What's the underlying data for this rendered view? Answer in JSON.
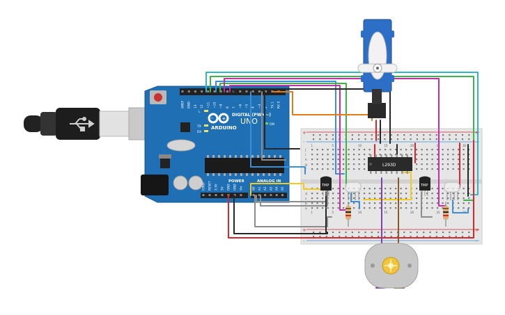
{
  "arduino": {
    "brand": "ARDUINO",
    "model": "UNO",
    "header_digital": "DIGITAL (PWM~)",
    "header_power": "POWER",
    "header_analog": "ANALOG IN",
    "pin_labels_top": [
      "AREF",
      "GND",
      "13",
      "12",
      "~11",
      "~10",
      "~9",
      "8",
      "7",
      "~6",
      "~5",
      "4",
      "~3",
      "2",
      "TX 1",
      "RX 0"
    ],
    "pin_labels_bottom": [
      "IOREF",
      "RESET",
      "3.3V",
      "5V",
      "GND",
      "GND",
      "Vin",
      "A0",
      "A1",
      "A2",
      "A3",
      "A4",
      "A5"
    ],
    "led_labels": [
      "L",
      "TX",
      "RX"
    ],
    "on_label": "ON"
  },
  "sensors": [
    {
      "label": "TMP"
    },
    {
      "label": "TMP"
    }
  ],
  "ic": {
    "label": "L293D"
  },
  "breadboard": {
    "rail_plus": "+",
    "rail_minus": "-",
    "col_numbers": [
      "1",
      "5",
      "10",
      "15",
      "20",
      "25",
      "30"
    ],
    "row_letters_top": [
      "j",
      "i",
      "h",
      "g",
      "f"
    ],
    "row_letters_bottom": [
      "e",
      "d",
      "c",
      "b",
      "a"
    ]
  },
  "colors": {
    "board": "#1f6fb5",
    "breadboard": "#e6e6e6",
    "servo": "#2d6ec6",
    "wire_red": "#d9262b",
    "wire_black": "#262626",
    "wire_blue": "#3a8fd8",
    "wire_cyan": "#32b6c6",
    "wire_green": "#39b54a",
    "wire_orange": "#e47b16",
    "wire_yellow": "#f2cc1d",
    "wire_magenta": "#c62da6",
    "wire_purple": "#7e3fb2",
    "wire_gray": "#8c8c8c"
  }
}
